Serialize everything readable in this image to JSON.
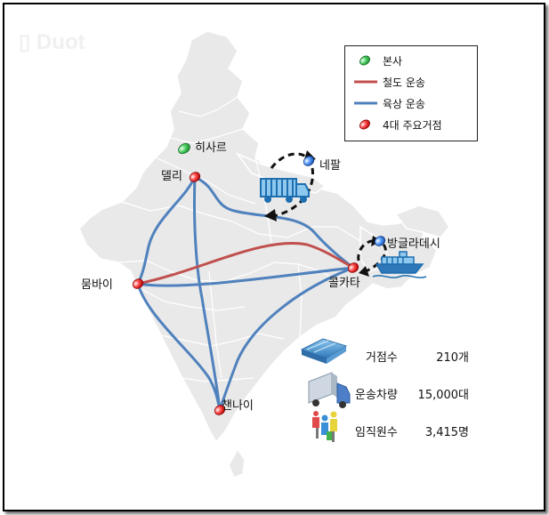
{
  "legend": {
    "hq": "본사",
    "rail": "철도 운송",
    "road": "육상 운송",
    "hubs": "4대 주요거점"
  },
  "cities": {
    "hissar": "히사르",
    "delhi": "델리",
    "nepal": "네팔",
    "mumbai": "뭄바이",
    "kolkata": "콜카타",
    "bangladesh": "방글라데시",
    "chennai": "챈나이"
  },
  "stats": [
    {
      "label": "거점수",
      "value": "210개",
      "icon": "warehouse-icon"
    },
    {
      "label": "운송차량",
      "value": "15,000대",
      "icon": "truck-icon"
    },
    {
      "label": "임직원수",
      "value": "3,415명",
      "icon": "people-icon"
    }
  ],
  "colors": {
    "rail": "#c0504d",
    "road": "#4f81bd",
    "hub": "#e02020",
    "hq": "#2db34a",
    "foreign": "#3a7fd5",
    "land": "#e9e9e9"
  }
}
